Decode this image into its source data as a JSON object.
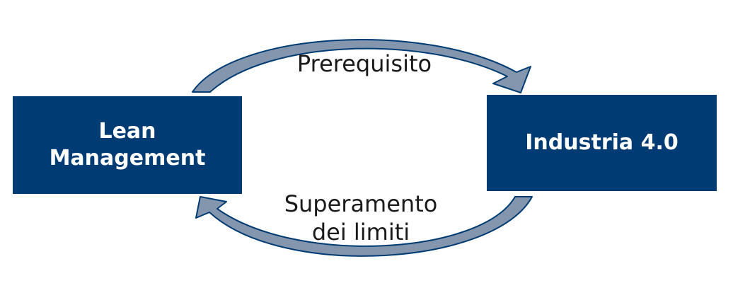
{
  "colors": {
    "box_fill": "#003c73",
    "box_text": "#ffffff",
    "arrow_fill": "#8496ae",
    "arrow_stroke": "#003c73",
    "label_text": "#1a1a1a"
  },
  "nodes": {
    "left": {
      "label": "Lean\nManagement"
    },
    "right": {
      "label": "Industria 4.0"
    }
  },
  "edges": {
    "top": {
      "label": "Prerequisito",
      "from": "left",
      "to": "right"
    },
    "bottom": {
      "label": "Superamento\ndei limiti",
      "from": "right",
      "to": "left"
    }
  }
}
